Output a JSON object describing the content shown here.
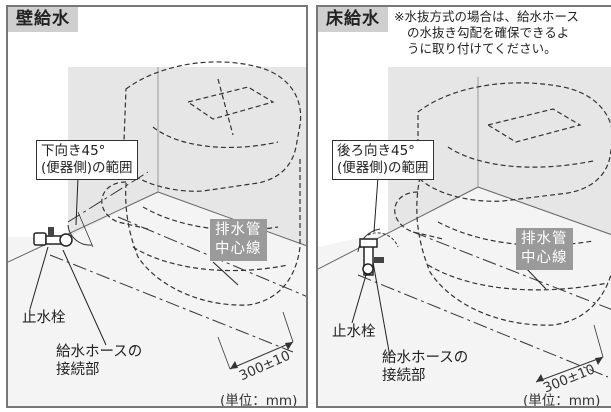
{
  "panels": [
    {
      "title": "壁給水",
      "angle_label_line1": "下向き45°",
      "angle_label_line2": "(便器側)の範囲",
      "drain_label_line1": "排水管",
      "drain_label_line2": "中心線",
      "valve_label": "止水栓",
      "hose_label_line1": "給水ホースの",
      "hose_label_line2": "接続部",
      "dimension": "300±10",
      "unit": "(単位：mm)"
    },
    {
      "title": "床給水",
      "note_line1": "※水抜方式の場合は、給水ホース",
      "note_line2": "の水抜き勾配を確保できるよ",
      "note_line3": "うに取り付けてください。",
      "angle_label_line1": "後ろ向き45°",
      "angle_label_line2": "(便器側)の範囲",
      "drain_label_line1": "排水管",
      "drain_label_line2": "中心線",
      "valve_label": "止水栓",
      "hose_label_line1": "給水ホースの",
      "hose_label_line2": "接続部",
      "dimension": "300±10",
      "unit": "(単位：mm)"
    }
  ]
}
